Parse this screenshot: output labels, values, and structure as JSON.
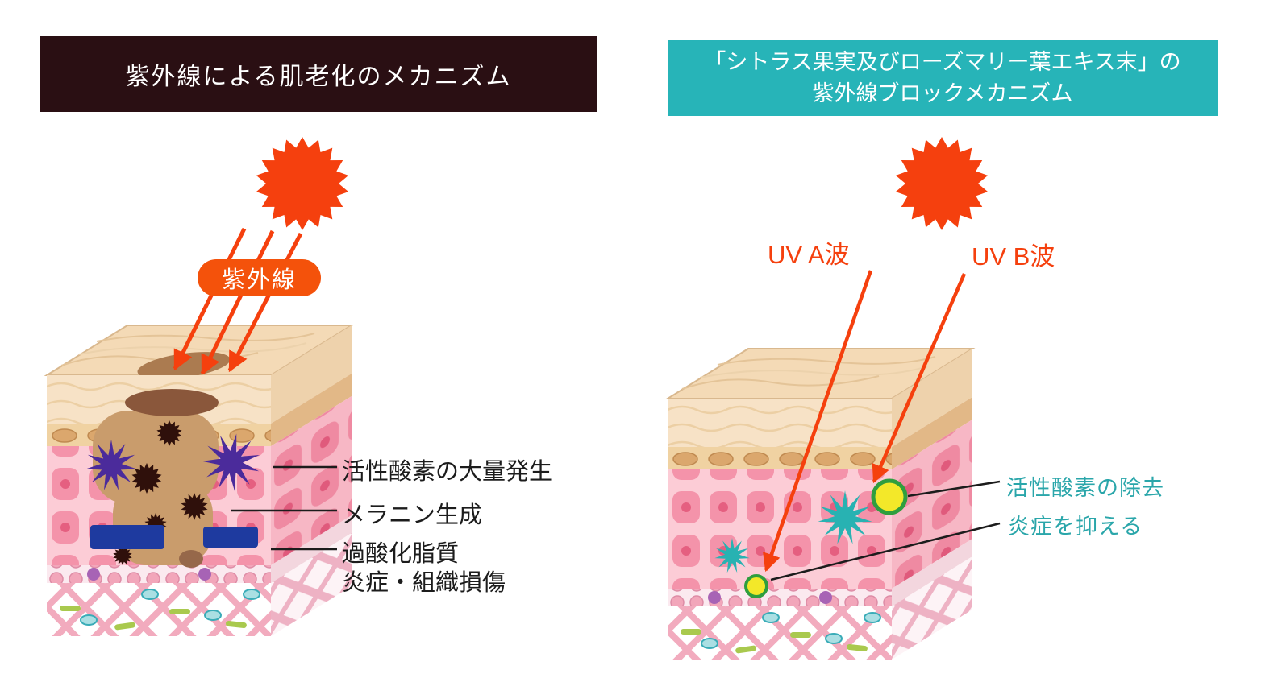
{
  "left_panel": {
    "title": "紫外線による肌老化のメカニズム",
    "uv_badge": "紫外線",
    "labels": [
      "活性酸素の大量発生",
      "メラニン生成",
      "過酸化脂質",
      "炎症・組織損傷"
    ]
  },
  "right_panel": {
    "title_line1": "「シトラス果実及びローズマリー葉エキス末」の",
    "title_line2": "紫外線ブロックメカニズム",
    "uv_a_label": "UV A波",
    "uv_b_label": "UV B波",
    "labels": [
      "活性酸素の除去",
      "炎症を抑える"
    ]
  },
  "icons": {
    "sun": "sun-icon",
    "uv_rays": "uv-arrow-icon",
    "reactive_oxygen": "reactive-oxygen-burst-icon",
    "melanin": "melanin-particle-icon",
    "lipid_peroxide": "lipid-peroxide-bar-icon",
    "antioxidant": "antioxidant-burst-icon",
    "antioxidant_capture": "antioxidant-circle-icon"
  },
  "colors": {
    "left_header_bg": "#2a0f13",
    "left_header_text": "#ffffff",
    "right_header_bg": "#27b4b8",
    "right_header_text": "#ffffff",
    "sun_and_arrows": "#f5400e",
    "uv_badge_bg": "#f4520b",
    "uv_badge_text": "#ffffff",
    "left_label_text": "#1c1c1c",
    "right_label_text": "#2aa6aa",
    "reactive_oxygen_burst": "#4b2b9b",
    "melanin_particle": "#2f100b",
    "lipid_peroxide_bar": "#1e3a9f",
    "antioxidant_burst": "#28b2b2",
    "antioxidant_circle": "#f3e829",
    "skin_epidermis": "#f7e2c6",
    "skin_cells_pink": "#f493aa"
  }
}
